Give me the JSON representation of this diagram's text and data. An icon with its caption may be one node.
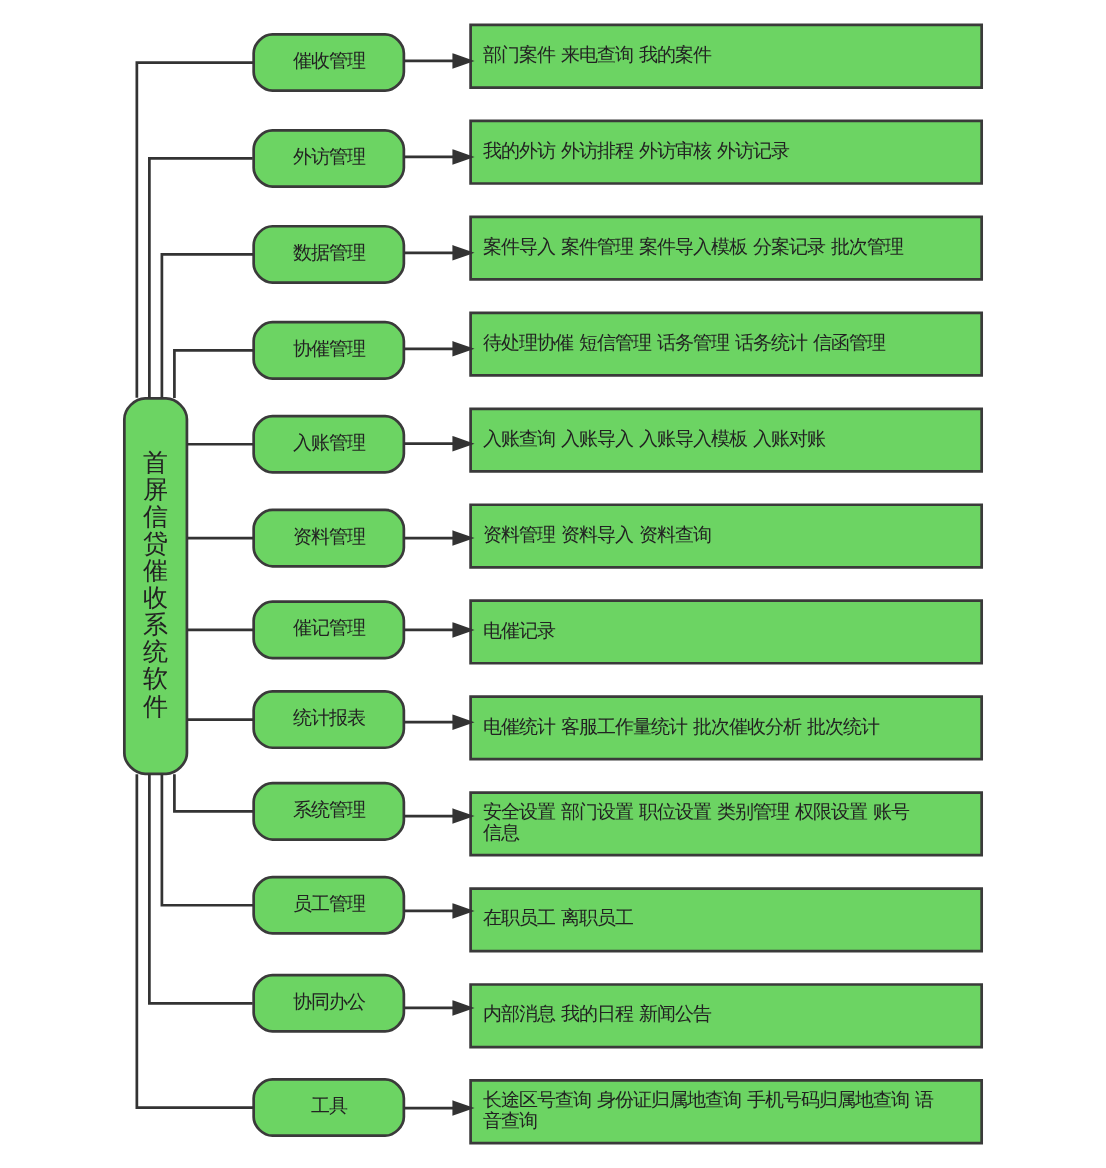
{
  "diagram": {
    "nodes": [
      {
        "text": [
          "首屏信贷催收系统软件"
        ]
      },
      {
        "text": [
          "催收管理"
        ]
      },
      {
        "text": [
          "部门案件 来电查询 我的案件"
        ]
      },
      {
        "text": [
          "外访管理"
        ]
      },
      {
        "text": [
          "我的外访 外访排程 外访审核 外访记录"
        ]
      },
      {
        "text": [
          "数据管理"
        ]
      },
      {
        "text": [
          "案件导入 案件管理 案件导入模板 分案记录 批次管理"
        ]
      },
      {
        "text": [
          "协催管理"
        ]
      },
      {
        "text": [
          "待处理协催 短信管理 话务管理 话务统计 信函管理"
        ]
      },
      {
        "text": [
          "入账管理"
        ]
      },
      {
        "text": [
          "入账查询 入账导入 入账导入模板 入账对账"
        ]
      },
      {
        "text": [
          "资料管理"
        ]
      },
      {
        "text": [
          "资料管理 资料导入 资料查询"
        ]
      },
      {
        "text": [
          "催记管理"
        ]
      },
      {
        "text": [
          "电催记录"
        ]
      },
      {
        "text": [
          "统计报表"
        ]
      },
      {
        "text": [
          "电催统计 客服工作量统计 批次催收分析 批次统计"
        ]
      },
      {
        "text": [
          "系统管理"
        ]
      },
      {
        "text": [
          "安全设置 部门设置 职位设置 类别管理 权限设置 账号信息"
        ]
      },
      {
        "text": [
          "员工管理"
        ]
      },
      {
        "text": [
          "在职员工 离职员工"
        ]
      },
      {
        "text": [
          "协同办公"
        ]
      },
      {
        "text": [
          "内部消息 我的日程 新闻公告"
        ]
      },
      {
        "text": [
          "工具"
        ]
      },
      {
        "text": [
          "长途区号查询 身份证归属地查询 手机号码归属地查询 语音查询"
        ]
      }
    ],
    "edges": [
      {
        "from": 0,
        "to": 1,
        "arrow": "none"
      },
      {
        "from": 1,
        "to": 2,
        "arrow": "to"
      },
      {
        "from": 0,
        "to": 3,
        "arrow": "none"
      },
      {
        "from": 3,
        "to": 4,
        "arrow": "to"
      },
      {
        "from": 0,
        "to": 5,
        "arrow": "none"
      },
      {
        "from": 5,
        "to": 6,
        "arrow": "to"
      },
      {
        "from": 0,
        "to": 7,
        "arrow": "none"
      },
      {
        "from": 7,
        "to": 8,
        "arrow": "to"
      },
      {
        "from": 0,
        "to": 9,
        "arrow": "none"
      },
      {
        "from": 9,
        "to": 10,
        "arrow": "to"
      },
      {
        "from": 0,
        "to": 11,
        "arrow": "none"
      },
      {
        "from": 11,
        "to": 12,
        "arrow": "to"
      },
      {
        "from": 0,
        "to": 13,
        "arrow": "none"
      },
      {
        "from": 13,
        "to": 14,
        "arrow": "to"
      },
      {
        "from": 0,
        "to": 15,
        "arrow": "none"
      },
      {
        "from": 15,
        "to": 16,
        "arrow": "to"
      },
      {
        "from": 0,
        "to": 17,
        "arrow": "none"
      },
      {
        "from": 17,
        "to": 18,
        "arrow": "to"
      },
      {
        "from": 0,
        "to": 19,
        "arrow": "none"
      },
      {
        "from": 19,
        "to": 20,
        "arrow": "to"
      },
      {
        "from": 0,
        "to": 21,
        "arrow": "none"
      },
      {
        "from": 21,
        "to": 22,
        "arrow": "to"
      },
      {
        "from": 0,
        "to": 23,
        "arrow": "none"
      },
      {
        "from": 23,
        "to": 24,
        "arrow": "to"
      }
    ]
  }
}
